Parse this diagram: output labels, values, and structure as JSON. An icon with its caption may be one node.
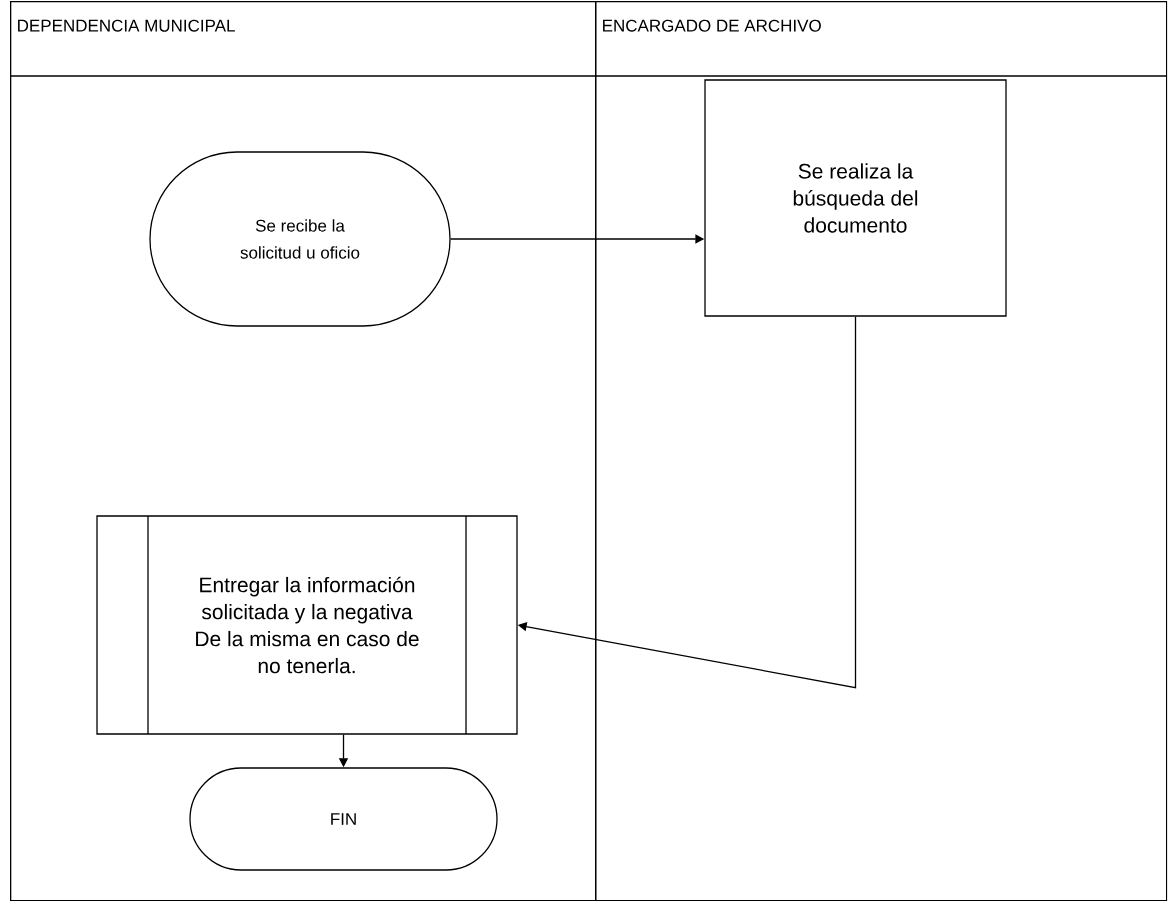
{
  "diagram": {
    "nodes": [
      {
        "text": [
          "DEPENDENCIA MUNICIPAL"
        ]
      },
      {
        "text": [
          "ENCARGADO DE ARCHIVO"
        ]
      },
      {
        "text": [
          "Se recibe la solicitud u oficio"
        ],
        "in": 0
      },
      {
        "text": [
          "Se realiza la búsqueda del documento"
        ],
        "in": 1
      },
      {
        "text": [
          "Entregar la información solicitada y la negativa De la misma en caso de no tenerla."
        ],
        "in": 0
      },
      {
        "text": [
          "FIN"
        ],
        "in": 0
      }
    ],
    "edges": [
      {
        "from": 2,
        "to": 3,
        "arrow": "to"
      },
      {
        "from": 3,
        "to": 4,
        "arrow": "to"
      },
      {
        "from": 4,
        "to": 5,
        "arrow": "to"
      }
    ]
  }
}
